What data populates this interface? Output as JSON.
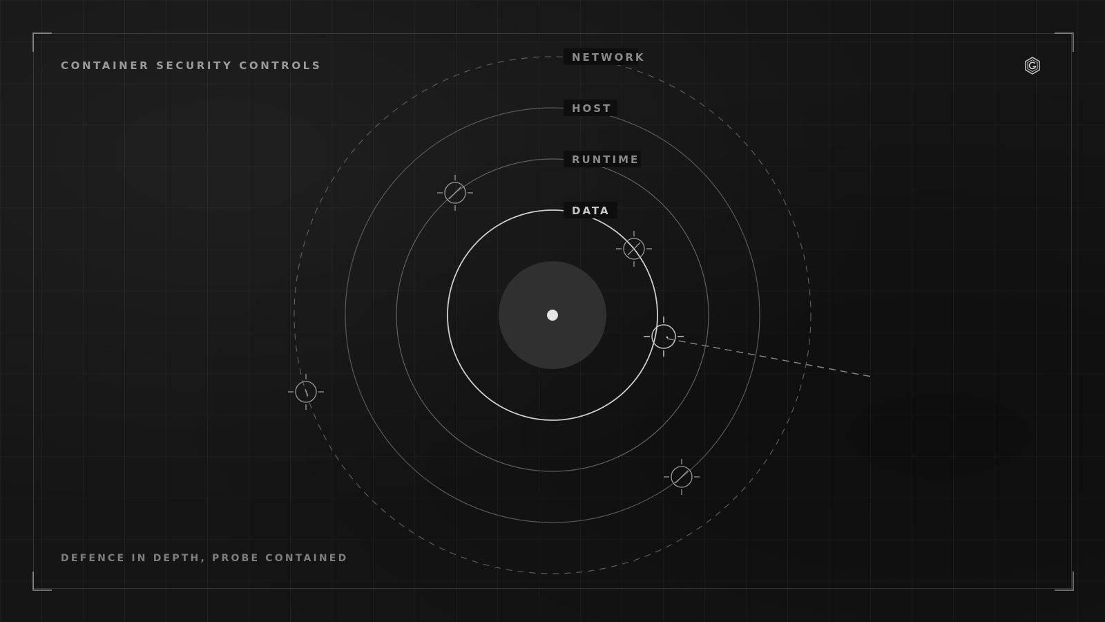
{
  "header": {
    "title": "CONTAINER SECURITY CONTROLS",
    "logo_icon": "hexagon-g-logo-icon"
  },
  "footer": {
    "caption": "DEFENCE IN DEPTH, PROBE CONTAINED"
  },
  "diagram": {
    "layers": [
      {
        "label": "NETWORK",
        "style": "dashed"
      },
      {
        "label": "HOST",
        "style": "solid"
      },
      {
        "label": "RUNTIME",
        "style": "solid"
      },
      {
        "label": "DATA",
        "style": "solid-bright"
      }
    ],
    "markers": [
      {
        "name": "probe-marker-runtime-upper-left",
        "icon": "crosshair-icon",
        "variant": "slash"
      },
      {
        "name": "probe-marker-data-right",
        "icon": "crosshair-icon",
        "variant": "slash"
      },
      {
        "name": "probe-marker-contained",
        "icon": "crosshair-icon",
        "variant": "dot"
      },
      {
        "name": "probe-marker-network-left",
        "icon": "crosshair-icon",
        "variant": "tick"
      },
      {
        "name": "probe-marker-host-lower-right",
        "icon": "crosshair-icon",
        "variant": "slash"
      }
    ],
    "colors": {
      "background": "#151515",
      "ring": "#5a5a5a",
      "ring_inner": "#cfcfcf",
      "core_fill": "#303030",
      "core_dot": "#e6e6e6",
      "label_bg": "#0e0e0e",
      "label_text": "#8a8a8a",
      "label_text_active": "#c8c8c8"
    }
  }
}
